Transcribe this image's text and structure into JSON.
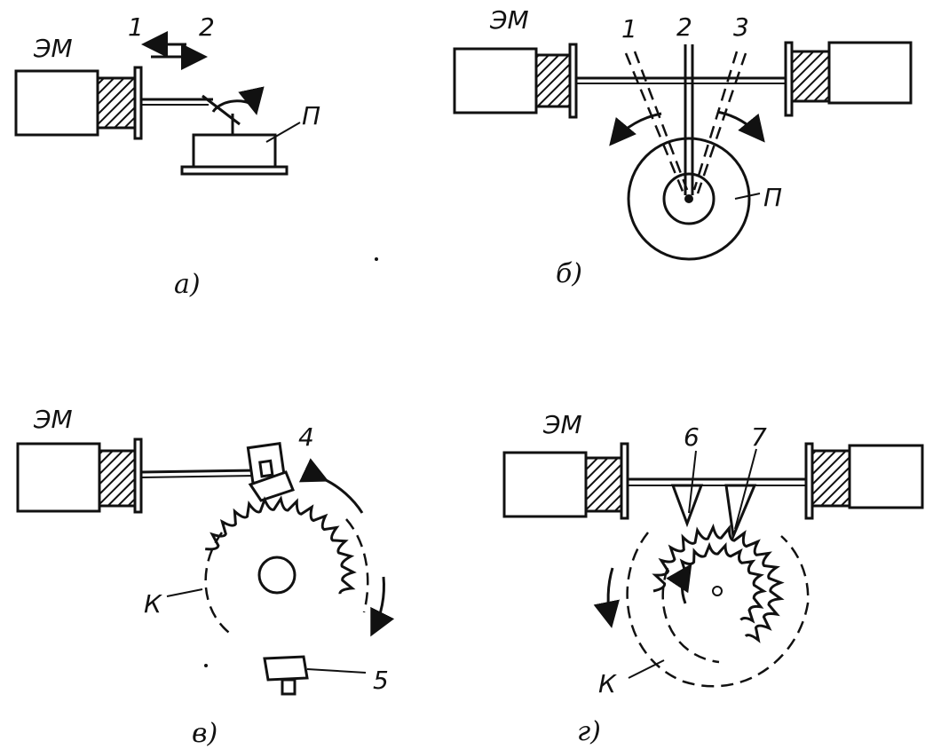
{
  "panels": {
    "a": {
      "caption": "а)",
      "magnet_label": "ЭМ",
      "position_1": "1",
      "position_2": "2",
      "load_label": "П"
    },
    "b": {
      "caption": "б)",
      "magnet_label": "ЭМ",
      "position_1": "1",
      "position_2": "2",
      "position_3": "3",
      "load_label": "П"
    },
    "v": {
      "caption": "в)",
      "magnet_label": "ЭМ",
      "pawl_4": "4",
      "pawl_5": "5",
      "wheel_label": "К"
    },
    "g": {
      "caption": "г)",
      "magnet_label": "ЭМ",
      "pawl_6": "6",
      "pawl_7": "7",
      "wheel_label": "К"
    }
  }
}
